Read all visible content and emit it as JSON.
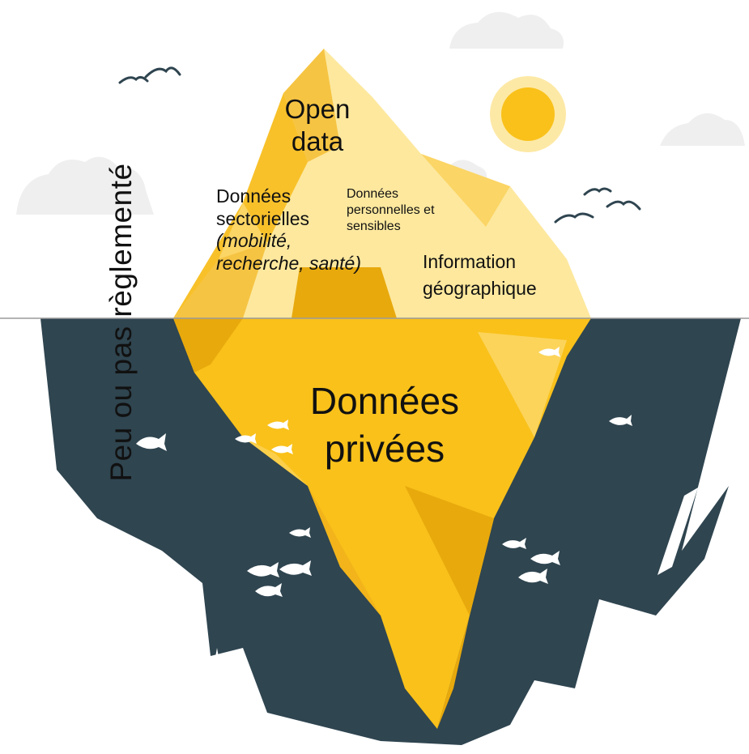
{
  "labels": {
    "open_data": [
      "Open",
      "data"
    ],
    "sectorielles": [
      "Données",
      "sectorielles"
    ],
    "sectorielles_examples": [
      "(mobilité,",
      "recherche, santé)"
    ],
    "personnelles": [
      "Données",
      "personnelles et",
      "sensibles"
    ],
    "geographique": [
      "Information",
      "géographique"
    ],
    "privees": [
      "Données",
      "privées"
    ],
    "vertical_axis": "Peu ou pas règlementé"
  },
  "colors": {
    "sky_cloud": "#efefef",
    "sun_outer": "#fde9a6",
    "sun_inner": "#f9c11a",
    "water": "#2f4550",
    "ice_light": "#fde89e",
    "ice_mid": "#f8c12a",
    "ice_dark": "#e8a90c",
    "fish": "#ffffff"
  },
  "icons": [
    "bird-icon",
    "cloud-icon",
    "sun-icon",
    "fish-icon"
  ]
}
